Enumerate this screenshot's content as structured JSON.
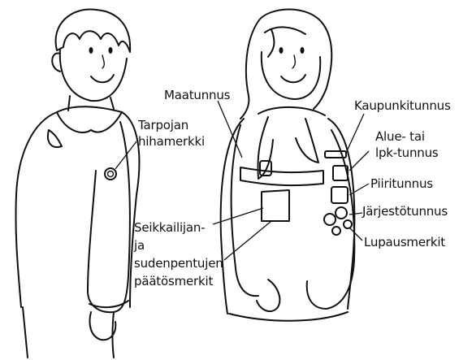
{
  "labels": {
    "tarpojan_1": "Tarpojan",
    "tarpojan_2": "hihamerkki",
    "maatunnus": "Maatunnus",
    "kaupunkitunnus": "Kaupunkitunnus",
    "alue_1": "Alue- tai",
    "alue_2": "lpk-tunnus",
    "piiritunnus": "Piiritunnus",
    "jarjestotunnus": "Järjestötunnus",
    "lupausmerkit": "Lupausmerkit",
    "seikkailijan_1": "Seikkailijan-",
    "seikkailijan_2": "ja",
    "seikkailijan_3": "sudenpentujen",
    "seikkailijan_4": "päätösmerkit"
  }
}
